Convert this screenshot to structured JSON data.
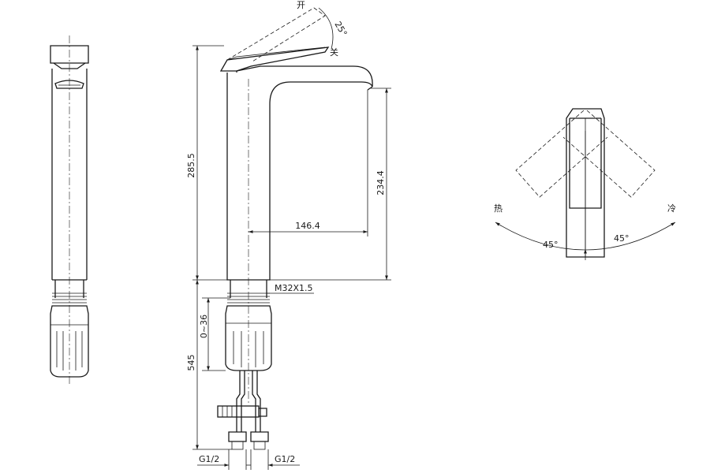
{
  "dimensions": {
    "total_height": "285.5",
    "spout_height": "234.4",
    "spout_reach": "146.4",
    "thread": "M32X1.5",
    "deck_range": "0~36",
    "hose_length": "545",
    "inlet_left": "G1/2",
    "inlet_right": "G1/2",
    "lever_angle": "25°",
    "rotation_left": "45°",
    "rotation_right": "45°"
  },
  "labels": {
    "open": "开",
    "close": "关",
    "hot": "热",
    "cold": "冷"
  }
}
